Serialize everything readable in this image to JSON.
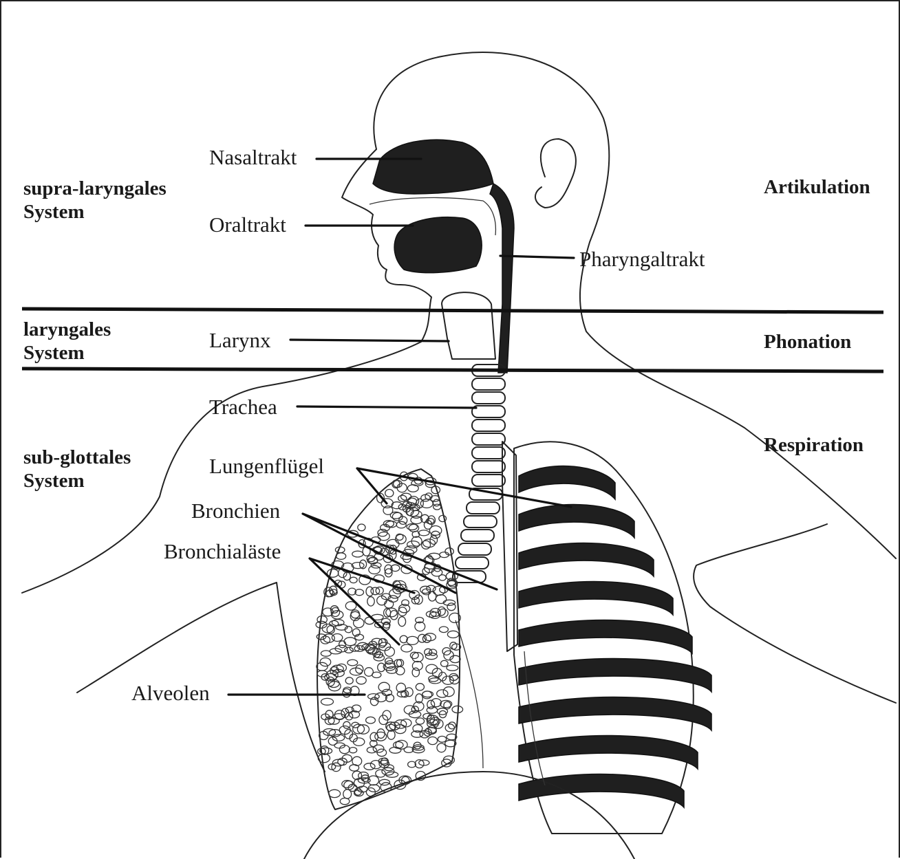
{
  "systems": {
    "supra": "supra-laryngales\nSystem",
    "laryngeal": "laryngales\nSystem",
    "subglottal": "sub-glottales\nSystem"
  },
  "functions": {
    "articulation": "Artikulation",
    "phonation": "Phonation",
    "respiration": "Respiration"
  },
  "labels": {
    "nasal": "Nasaltrakt",
    "oral": "Oraltrakt",
    "pharyngeal": "Pharyngaltrakt",
    "larynx": "Larynx",
    "trachea": "Trachea",
    "lungs": "Lungenflügel",
    "bronchi": "Bronchien",
    "bronchial_branches": "Bronchialäste",
    "alveoli": "Alveolen"
  },
  "colors": {
    "ink": "#1a1a1a",
    "paper": "#ffffff"
  }
}
